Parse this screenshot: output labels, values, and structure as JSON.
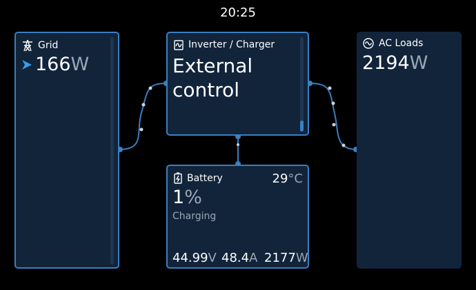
{
  "status_bar": {
    "clock": "20:25"
  },
  "grid": {
    "title": "Grid",
    "icon": "grid-tower-icon",
    "power_value": "166",
    "power_unit": "W"
  },
  "inverter": {
    "title": "Inverter / Charger",
    "icon": "inverter-icon",
    "mode_line1": "External",
    "mode_line2": "control"
  },
  "ac_loads": {
    "title": "AC Loads",
    "icon": "ac-wave-icon",
    "power_value": "2194",
    "power_unit": "W"
  },
  "battery": {
    "title": "Battery",
    "icon": "battery-charging-icon",
    "temperature_value": "29",
    "temperature_unit": "°C",
    "soc_value": "1",
    "soc_unit": "%",
    "state": "Charging",
    "voltage_value": "44.99",
    "voltage_unit": "V",
    "current_value": "48.4",
    "current_unit": "A",
    "power_value": "2177",
    "power_unit": "W"
  },
  "colors": {
    "background": "#000000",
    "panel": "#11243a",
    "accent": "#3b7fc4",
    "secondary_text": "#9aa7b5"
  }
}
